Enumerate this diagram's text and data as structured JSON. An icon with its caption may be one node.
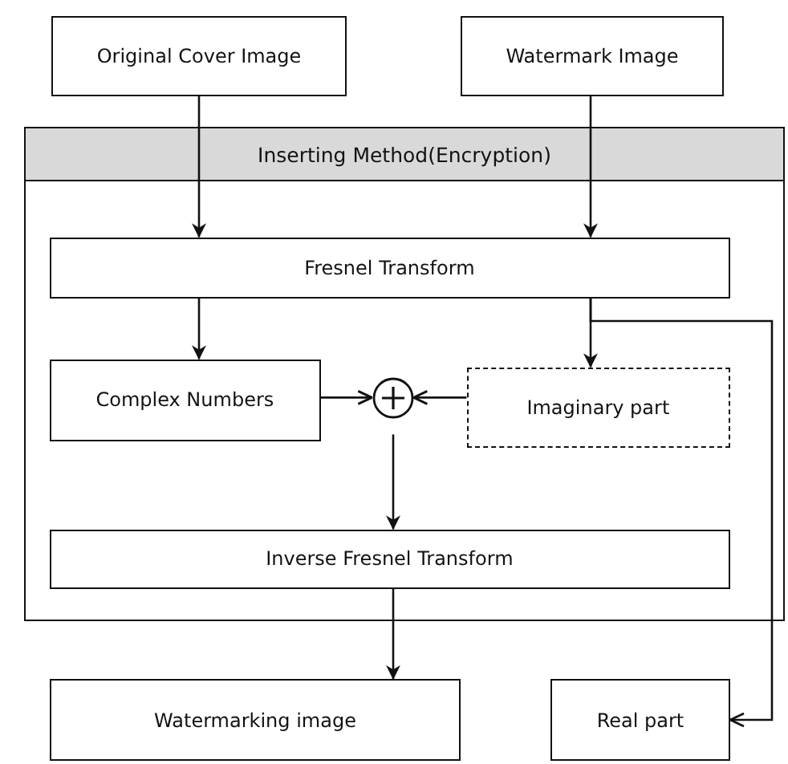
{
  "diagram": {
    "nodes": [
      {
        "text": [
          "Original Cover Image"
        ]
      },
      {
        "text": [
          "Watermark Image"
        ]
      },
      {
        "text": [
          "Inserting Method(Encryption)"
        ]
      },
      {
        "text": [
          "Fresnel Transform"
        ],
        "in": 2
      },
      {
        "text": [
          "Complex Numbers"
        ],
        "in": 2
      },
      {
        "text": [],
        "shape": "circle",
        "in": 2
      },
      {
        "text": [
          "Imaginary part"
        ],
        "in": 2
      },
      {
        "text": [
          "Inverse Fresnel Transform"
        ],
        "in": 2
      },
      {
        "text": [
          "Watermarking image"
        ]
      },
      {
        "text": [
          "Real part"
        ]
      }
    ],
    "edges": [
      {
        "from": 0,
        "to": 3,
        "arrow": "to"
      },
      {
        "from": 1,
        "to": 3,
        "arrow": "to"
      },
      {
        "from": 3,
        "to": 4,
        "arrow": "to"
      },
      {
        "from": 3,
        "to": 6,
        "arrow": "to"
      },
      {
        "from": 3,
        "to": 9,
        "arrow": "to"
      },
      {
        "from": 4,
        "to": 5,
        "arrow": "to"
      },
      {
        "from": 6,
        "to": 5,
        "arrow": "to"
      },
      {
        "from": 5,
        "to": 7,
        "arrow": "to"
      },
      {
        "from": 7,
        "to": 8,
        "arrow": "to"
      }
    ]
  }
}
